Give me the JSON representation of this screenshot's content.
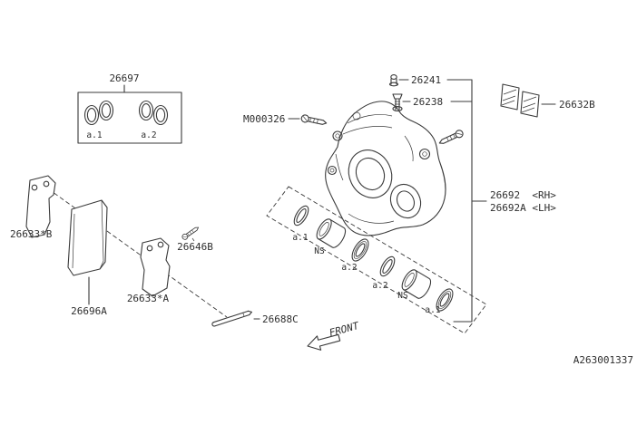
{
  "page": {
    "diagram_id": "A263001337",
    "background": "#ffffff",
    "line_color": "#3a3a3a"
  },
  "labels": {
    "seal_kit": "26697",
    "mount_bolt": "M000326",
    "bleeder_cap": "26241",
    "bleeder_screw": "26238",
    "pad_clip": "26632B",
    "caliper_rh": "26692  <RH>",
    "caliper_lh": "26692A <LH>",
    "outer_shim": "26633*B",
    "lock_pin": "26646B",
    "inner_shim": "26633*A",
    "pad_set": "26696A",
    "pad_pin": "26688C",
    "front": "FRONT"
  },
  "seal_kit_items": [
    "a.1",
    "a.2"
  ],
  "piston_items": [
    "a.1",
    "NS",
    "a.2",
    "a.2",
    "NS",
    "a.1"
  ]
}
